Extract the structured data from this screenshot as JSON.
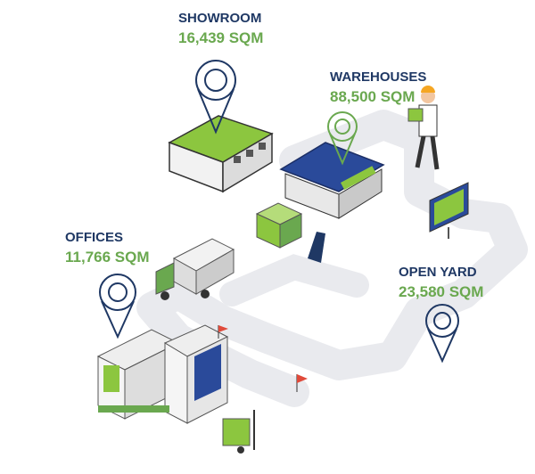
{
  "areas": [
    {
      "title": "SHOWROOM",
      "value": "16,439 SQM"
    },
    {
      "title": "WAREHOUSES",
      "value": "88,500 SQM"
    },
    {
      "title": "OFFICES",
      "value": "11,766 SQM"
    },
    {
      "title": "OPEN YARD",
      "value": "23,580 SQM"
    }
  ],
  "colors": {
    "title": "#1f3864",
    "value": "#6aa84f",
    "road": "#e9eaee",
    "green": "#8cc63f",
    "blue": "#2a4a9a"
  }
}
